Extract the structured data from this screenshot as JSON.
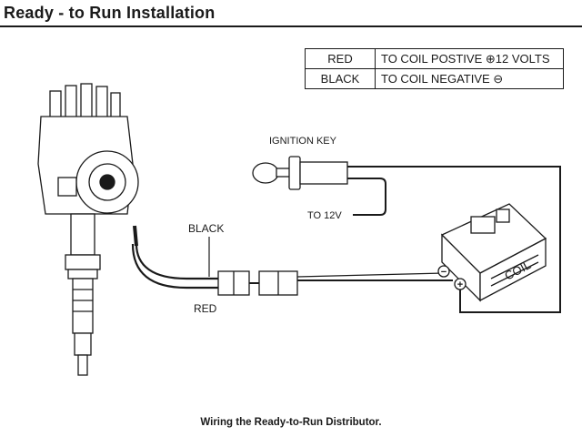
{
  "header": {
    "title": "Ready - to Run Installation"
  },
  "legend": {
    "rows": [
      {
        "wire": "RED",
        "desc": "TO COIL POSTIVE ⊕12 VOLTS"
      },
      {
        "wire": "BLACK",
        "desc": "TO COIL NEGATIVE ⊖"
      }
    ]
  },
  "labels": {
    "ignition_key": "IGNITION KEY",
    "to_12v": "TO 12V",
    "black_wire": "BLACK",
    "red_wire": "RED",
    "coil": "COIL",
    "coil_negative": "−",
    "coil_positive": "+"
  },
  "caption": "Wiring the Ready-to-Run Distributor."
}
